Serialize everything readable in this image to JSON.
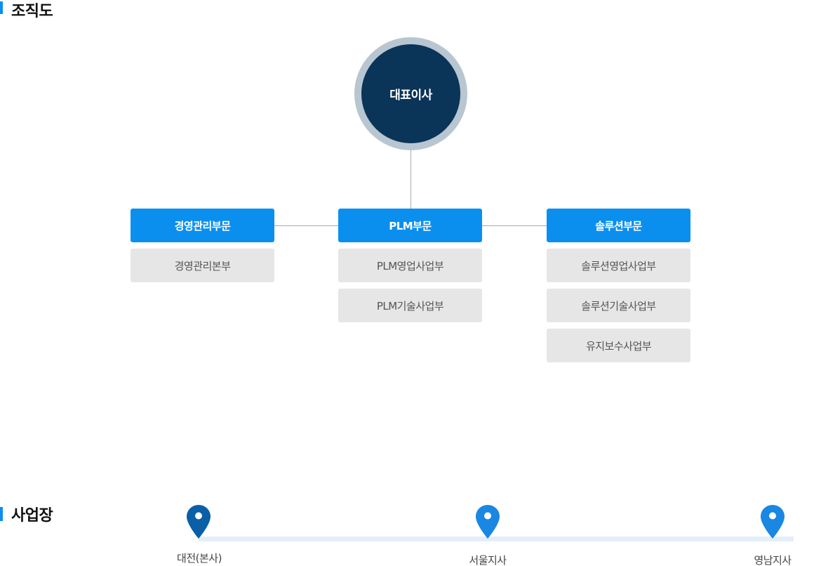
{
  "org_section": {
    "title": "조직도",
    "ceo": "대표이사",
    "departments": [
      {
        "name": "경영관리부문",
        "units": [
          "경영관리본부"
        ]
      },
      {
        "name": "PLM부문",
        "units": [
          "PLM영업사업부",
          "PLM기술사업부"
        ]
      },
      {
        "name": "솔루션부문",
        "units": [
          "솔루션영업사업부",
          "솔루션기술사업부",
          "유지보수사업부"
        ]
      }
    ]
  },
  "sites_section": {
    "title": "사업장",
    "sites": [
      {
        "name": "대전(본사)",
        "icon": "map-pin-icon"
      },
      {
        "name": "서울지사",
        "icon": "map-pin-icon"
      },
      {
        "name": "영남지사",
        "icon": "map-pin-icon"
      }
    ]
  },
  "colors": {
    "accent": "#0b8fef",
    "ceo_core": "#0a3458",
    "ceo_ring": "#b8c6d2",
    "dept_fill": "#0b8fef",
    "unit_fill": "#e6e6e6",
    "unit_text": "#555555",
    "connector": "#aaaaaa",
    "pin_primary": "#0a5fa6",
    "pin_secondary": "#1a87e2",
    "track": "#e3eef9"
  }
}
